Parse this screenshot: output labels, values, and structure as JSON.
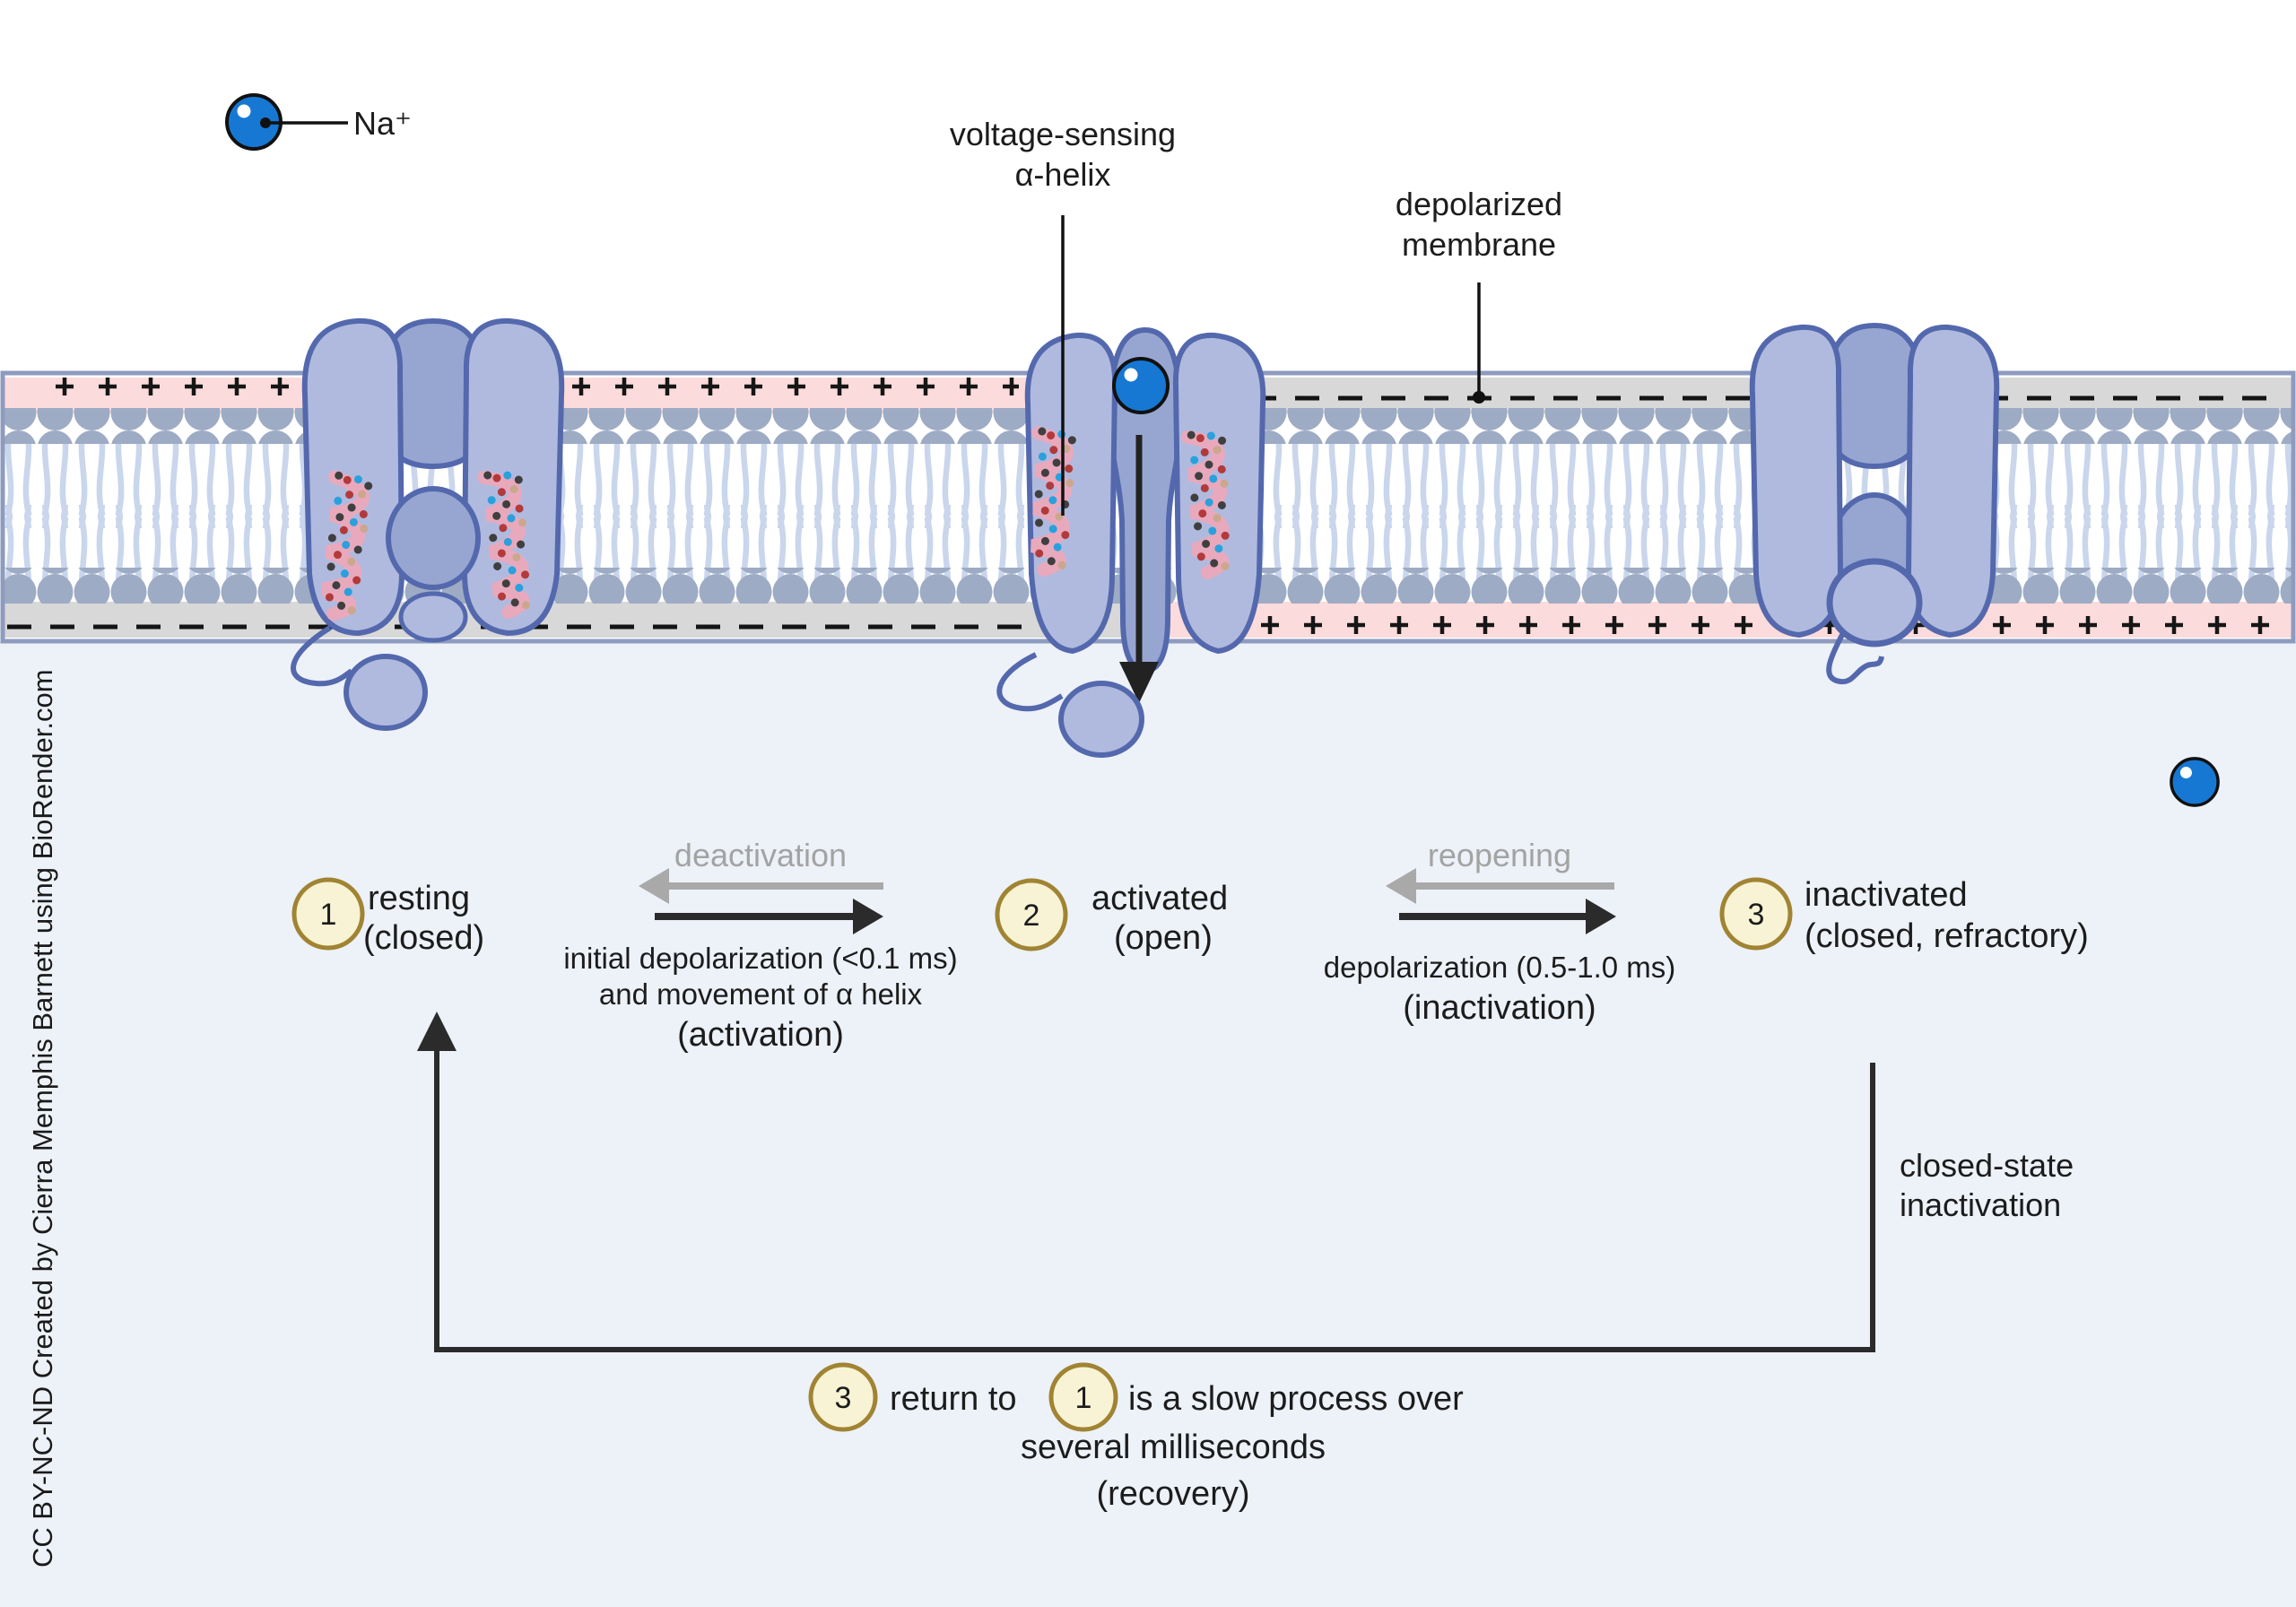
{
  "attribution": "CC BY-NC-ND Created by Cierra Memphis Barnett using BioRender.com",
  "ion": {
    "label": "Na⁺"
  },
  "labels": {
    "voltage_sensing_line1": "voltage-sensing",
    "voltage_sensing_line2": "α-helix",
    "depolarized_line1": "depolarized",
    "depolarized_line2": "membrane",
    "closed_state_line1": "closed-state",
    "closed_state_line2": "inactivation"
  },
  "states": [
    {
      "num": "1",
      "name": "resting",
      "detail": "(closed)"
    },
    {
      "num": "2",
      "name": "activated",
      "detail": "(open)"
    },
    {
      "num": "3",
      "name": "inactivated",
      "detail": "(closed, refractory)"
    }
  ],
  "transitions": [
    {
      "back_label": "deactivation",
      "forward_line1": "initial depolarization (<0.1 ms)",
      "forward_line2": "and movement of α helix",
      "forward_line3": "(activation)"
    },
    {
      "back_label": "reopening",
      "forward_line1": "depolarization (0.5-1.0 ms)",
      "forward_line3": "(inactivation)"
    }
  ],
  "recovery": {
    "badge_from": "3",
    "text_after_from": "return to",
    "badge_to": "1",
    "line1_rest": "is a slow process over",
    "line2": "several milliseconds",
    "line3": "(recovery)"
  },
  "icons": {
    "sodium_ion": "blue-sphere",
    "alpha_helix": "pink-helical-ribbon",
    "inactivation_ball": "tethered-ball"
  },
  "colors": {
    "ion_blue": "#1778d3",
    "membrane_pink": "#fbdbdb",
    "membrane_gray": "#d8d8d8",
    "lipid_head": "#9dabc4",
    "lipid_tail": "#c9d6ec",
    "channel_fill": "#b0bade",
    "channel_dark": "#97a6d1",
    "channel_outline": "#5468ad",
    "badge_fill": "#f8f3d4",
    "badge_stroke": "#a08433",
    "cytoplasm_bg": "#edf1f8",
    "gray_arrow": "#a9a9a9",
    "black_arrow": "#2b2b2b"
  }
}
